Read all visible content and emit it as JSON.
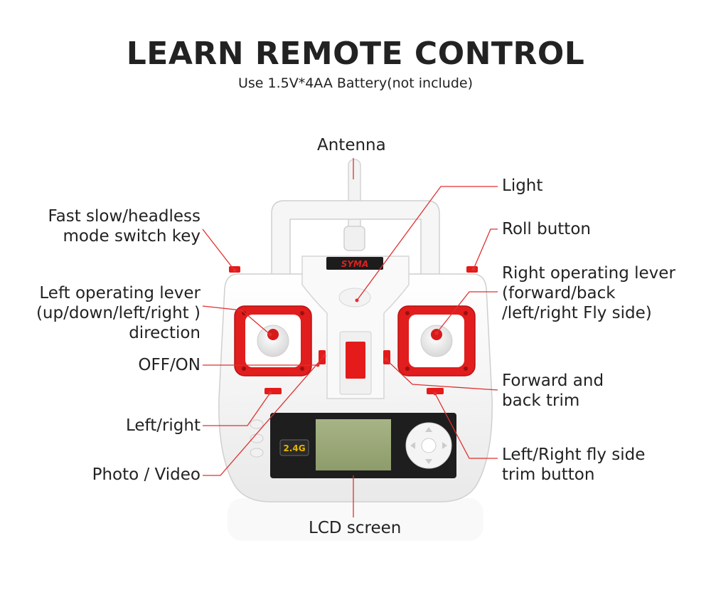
{
  "header": {
    "title": "LEARN REMOTE CONTROL",
    "subtitle": "Use 1.5V*4AA Battery(not include)"
  },
  "device": {
    "brand": "SYMA",
    "band_badge": "2.4G"
  },
  "labels": {
    "antenna": "Antenna",
    "light": "Light",
    "speed_switch_l1": "Fast slow/headless",
    "speed_switch_l2": "mode switch key",
    "roll_button": "Roll button",
    "left_lever_l1": "Left operating lever",
    "left_lever_l2": "(up/down/left/right )",
    "left_lever_l3": "direction",
    "right_lever_l1": "Right operating lever",
    "right_lever_l2": "(forward/back",
    "right_lever_l3": "/left/right Fly side)",
    "power": "OFF/ON",
    "fb_trim_l1": "Forward and",
    "fb_trim_l2": "back trim",
    "lr_trim": "Left/right",
    "lr_fly_trim_l1": "Left/Right fly side",
    "lr_fly_trim_l2": "trim button",
    "photo_video": "Photo / Video",
    "lcd": "LCD screen"
  },
  "colors": {
    "accent_red": "#d81e1e",
    "pointer_red": "#e03030",
    "body_white": "#f7f7f7",
    "lcd_green": "#9aa876"
  }
}
